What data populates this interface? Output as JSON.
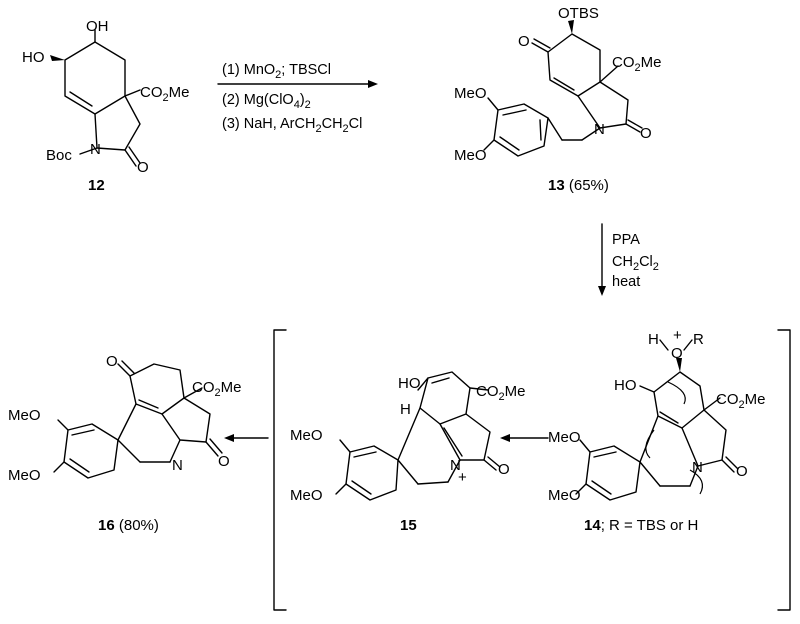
{
  "compounds": {
    "c12": {
      "number": "12",
      "atoms": {
        "oh_top": "OH",
        "ho_left": "HO",
        "ester": "CO2Me",
        "n": "N",
        "boc": "Boc",
        "o": "O"
      }
    },
    "c13": {
      "number": "13",
      "yield": "(65%)",
      "atoms": {
        "otbs": "OTBS",
        "o_ketone": "O",
        "ester": "CO2Me",
        "n": "N",
        "o_lactam": "O",
        "meo1": "MeO",
        "meo2": "MeO"
      }
    },
    "c14": {
      "number": "14",
      "suffix": "; R = TBS or H",
      "atoms": {
        "h": "H",
        "plus": "+",
        "o": "O",
        "r": "R",
        "ho": "HO",
        "ester": "CO2Me",
        "n": "N",
        "o_lactam": "O",
        "meo1": "MeO",
        "meo2": "MeO"
      }
    },
    "c15": {
      "number": "15",
      "atoms": {
        "ho": "HO",
        "h": "H",
        "ester": "CO2Me",
        "n": "N",
        "plus": "+",
        "o_lactam": "O",
        "meo1": "MeO",
        "meo2": "MeO"
      }
    },
    "c16": {
      "number": "16",
      "yield": "(80%)",
      "atoms": {
        "o_ketone": "O",
        "ester": "CO2Me",
        "n": "N",
        "o_lactam": "O",
        "meo1": "MeO",
        "meo2": "MeO"
      }
    }
  },
  "step1_conditions": [
    "(1) MnO2; TBSCl",
    "(2) Mg(ClO4)2",
    "(3) NaH, ArCH2CH2Cl"
  ],
  "step2_conditions": [
    "PPA",
    "CH2Cl2",
    "heat"
  ]
}
